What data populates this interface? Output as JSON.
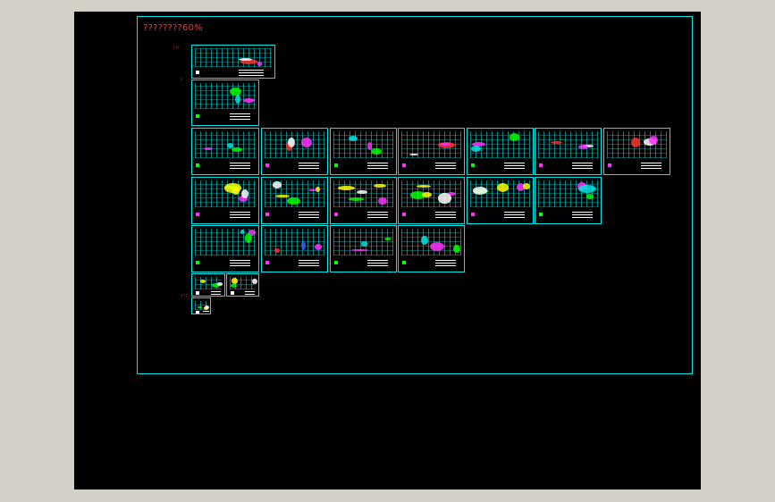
{
  "drawing": {
    "title": "????????60%",
    "row_marks": [
      "? ??",
      "?",
      "? ??"
    ]
  },
  "colors": {
    "frame": "#00e5e5",
    "background": "#000000",
    "title": "#ff3030",
    "window": "#d4d0c8"
  },
  "sheets": [
    {
      "name": "sheet-cover-notes",
      "style": "notes"
    },
    {
      "name": "sheet-row1-1",
      "style": "plan"
    },
    {
      "name": "sheet-row2-1",
      "style": "plan"
    },
    {
      "name": "sheet-row2-2",
      "style": "table"
    },
    {
      "name": "sheet-row2-3",
      "style": "plan"
    },
    {
      "name": "sheet-row2-4",
      "style": "table"
    },
    {
      "name": "sheet-row2-5",
      "style": "plan"
    },
    {
      "name": "sheet-row2-6",
      "style": "table"
    },
    {
      "name": "sheet-row2-7",
      "style": "table"
    },
    {
      "name": "sheet-row3-1",
      "style": "yellow"
    },
    {
      "name": "sheet-row3-2",
      "style": "yellow"
    },
    {
      "name": "sheet-row3-3",
      "style": "yellow"
    },
    {
      "name": "sheet-row3-4",
      "style": "yellow"
    },
    {
      "name": "sheet-row3-5",
      "style": "yellow"
    },
    {
      "name": "sheet-row3-6",
      "style": "plan"
    },
    {
      "name": "sheet-row4-1",
      "style": "plan"
    },
    {
      "name": "sheet-row4-2",
      "style": "mixed"
    },
    {
      "name": "sheet-row4-3",
      "style": "plan"
    },
    {
      "name": "sheet-row4-4",
      "style": "plan"
    },
    {
      "name": "sheet-detail-1",
      "style": "detail"
    },
    {
      "name": "sheet-detail-2",
      "style": "detail"
    },
    {
      "name": "sheet-detail-3",
      "style": "detail"
    }
  ]
}
